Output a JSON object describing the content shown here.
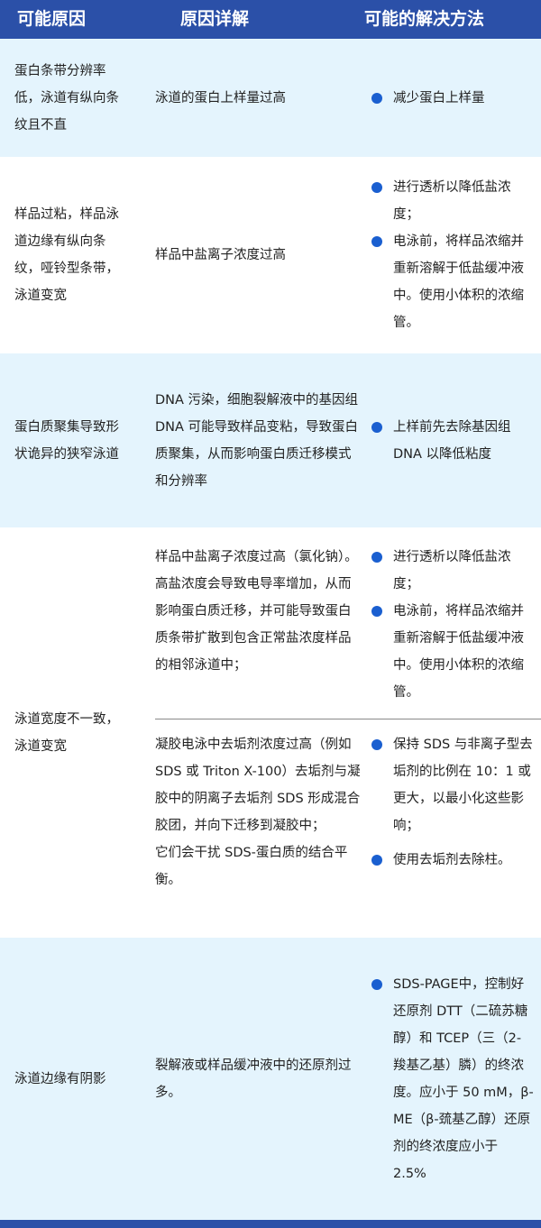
{
  "header": {
    "col1": "可能原因",
    "col2": "原因详解",
    "col3": "可能的解决方法"
  },
  "colors": {
    "header_bg": "#2b50a8",
    "tint_row": "#e4f4fd",
    "bullet": "#1a5fd0"
  },
  "rows": [
    {
      "cause": "蛋白条带分辨率低，泳道有纵向条纹且不直",
      "details": [
        "泳道的蛋白上样量过高"
      ],
      "solutions": [
        "减少蛋白上样量"
      ]
    },
    {
      "cause": "样品过粘，样品泳道边缘有纵向条纹，哑铃型条带，泳道变宽",
      "details": [
        "样品中盐离子浓度过高"
      ],
      "solutions": [
        "进行透析以降低盐浓度；",
        "电泳前，将样品浓缩并重新溶解于低盐缓冲液中。使用小体积的浓缩管。"
      ]
    },
    {
      "cause": "蛋白质聚集导致形状诡异的狭窄泳道",
      "details": [
        "DNA 污染，细胞裂解液中的基因组 DNA 可能导致样品变粘，导致蛋白质聚集，从而影响蛋白质迁移模式和分辨率"
      ],
      "solutions": [
        "上样前先去除基因组 DNA 以降低粘度"
      ]
    },
    {
      "cause": "泳道宽度不一致，泳道变宽",
      "sub": [
        {
          "details": "样品中盐离子浓度过高（氯化钠）。高盐浓度会导致电导率增加，从而影响蛋白质迁移，并可能导致蛋白质条带扩散到包含正常盐浓度样品的相邻泳道中；",
          "solutions": [
            "进行透析以降低盐浓度；",
            "电泳前，将样品浓缩并重新溶解于低盐缓冲液中。使用小体积的浓缩管。"
          ]
        },
        {
          "details": "凝胶电泳中去垢剂浓度过高（例如 SDS 或 Triton X-100）去垢剂与凝胶中的阴离子去垢剂 SDS 形成混合胶团，并向下迁移到凝胶中；",
          "details2": "它们会干扰 SDS-蛋白质的结合平衡。",
          "solutions": [
            "保持 SDS 与非离子型去垢剂的比例在 10：1 或更大，以最小化这些影响；",
            "使用去垢剂去除柱。"
          ]
        }
      ]
    },
    {
      "cause": "泳道边缘有阴影",
      "details": [
        "裂解液或样品缓冲液中的还原剂过多。"
      ],
      "solutions": [
        "SDS-PAGE中，控制好还原剂 DTT（二硫苏糖醇）和 TCEP（三（2-羧基乙基）膦）的终浓度。应小于 50 mM，β-ME（β-巯基乙醇）还原剂的终浓度应小于 2.5%"
      ]
    }
  ]
}
